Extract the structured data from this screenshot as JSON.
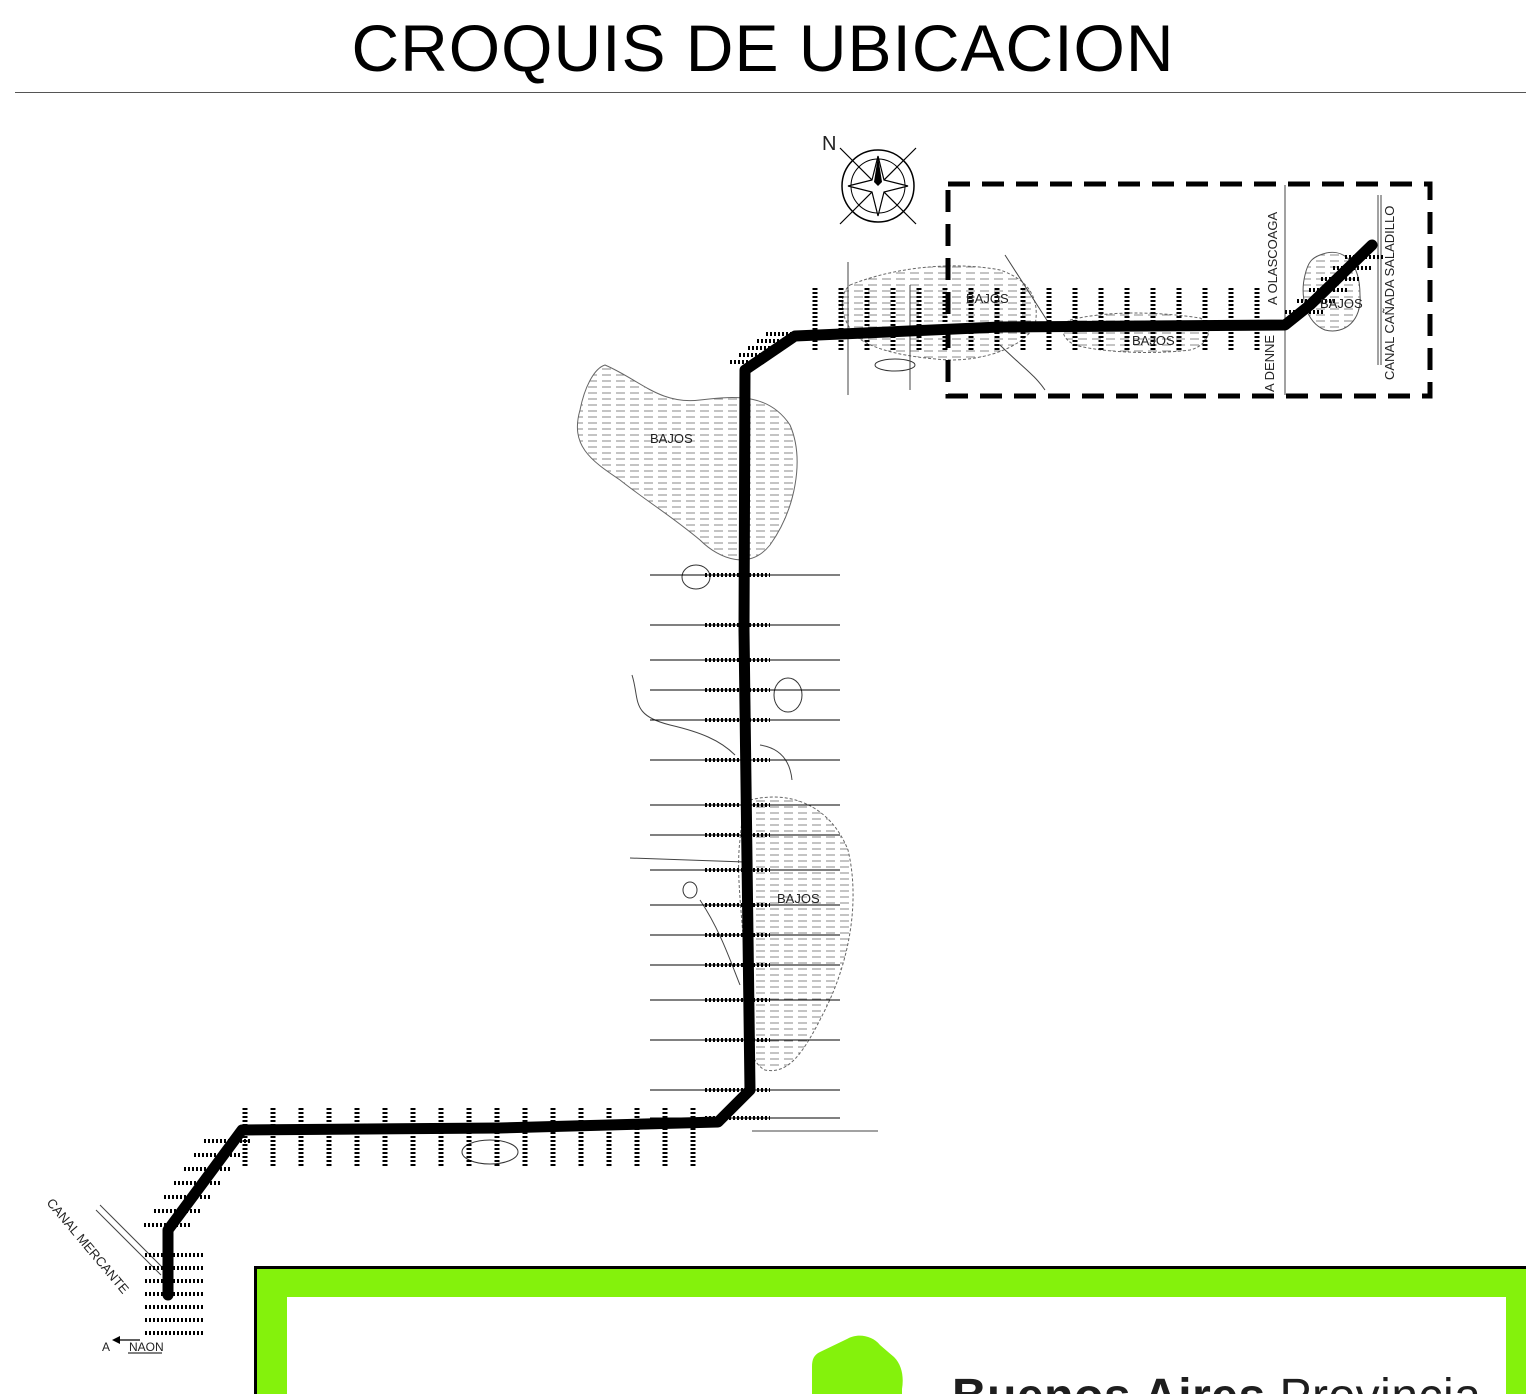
{
  "title": "CROQUIS DE UBICACION",
  "north_label": "N",
  "labels": {
    "bajos_1": "BAJOS",
    "bajos_2": "BAJOS",
    "bajos_3": "BAJOS",
    "bajos_4": "BAJOS",
    "bajos_5": "BAJOS",
    "olascoaga": "A  OLASCOAGA",
    "denne": "A  DENNE",
    "canal_canada": "CANAL  CAÑADA  SALADILLO",
    "canal_mercante": "CANAL  MERCANTE",
    "naon_arrow": "A",
    "naon": "NAON"
  },
  "footer": {
    "brand_bold": "Buenos Aires",
    "brand_thin": "Provincia",
    "accent_color": "#84f20c"
  },
  "colors": {
    "road": "#000000",
    "lowland_hatch": "#8a8a8a",
    "highlight_box": "#000000"
  }
}
